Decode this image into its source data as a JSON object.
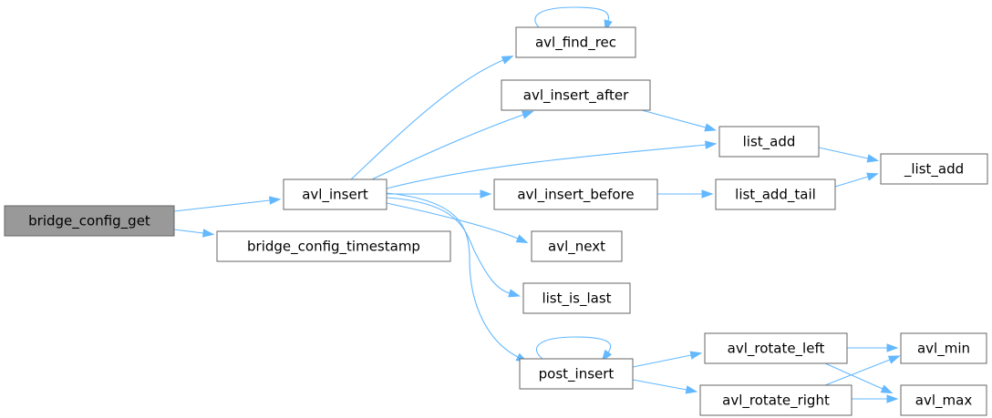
{
  "nodes": {
    "bridge_config_get": {
      "label": "bridge_config_get",
      "root": true
    },
    "avl_insert": {
      "label": "avl_insert"
    },
    "bridge_config_timestamp": {
      "label": "bridge_config_timestamp"
    },
    "avl_find_rec": {
      "label": "avl_find_rec"
    },
    "avl_insert_after": {
      "label": "avl_insert_after"
    },
    "list_add": {
      "label": "list_add"
    },
    "avl_insert_before": {
      "label": "avl_insert_before"
    },
    "avl_next": {
      "label": "avl_next"
    },
    "list_is_last": {
      "label": "list_is_last"
    },
    "post_insert": {
      "label": "post_insert"
    },
    "_list_add": {
      "label": "_list_add"
    },
    "list_add_tail": {
      "label": "list_add_tail"
    },
    "avl_rotate_left": {
      "label": "avl_rotate_left"
    },
    "avl_rotate_right": {
      "label": "avl_rotate_right"
    },
    "avl_min": {
      "label": "avl_min"
    },
    "avl_max": {
      "label": "avl_max"
    }
  },
  "edges": [
    {
      "from": "bridge_config_get",
      "to": "avl_insert"
    },
    {
      "from": "bridge_config_get",
      "to": "bridge_config_timestamp"
    },
    {
      "from": "avl_insert",
      "to": "avl_find_rec"
    },
    {
      "from": "avl_insert",
      "to": "avl_insert_after"
    },
    {
      "from": "avl_insert",
      "to": "list_add"
    },
    {
      "from": "avl_insert",
      "to": "avl_insert_before"
    },
    {
      "from": "avl_insert",
      "to": "avl_next"
    },
    {
      "from": "avl_insert",
      "to": "list_is_last"
    },
    {
      "from": "avl_insert",
      "to": "post_insert"
    },
    {
      "from": "avl_find_rec",
      "to": "avl_find_rec"
    },
    {
      "from": "avl_insert_after",
      "to": "list_add"
    },
    {
      "from": "list_add",
      "to": "_list_add"
    },
    {
      "from": "avl_insert_before",
      "to": "list_add_tail"
    },
    {
      "from": "list_add_tail",
      "to": "_list_add"
    },
    {
      "from": "post_insert",
      "to": "post_insert"
    },
    {
      "from": "post_insert",
      "to": "avl_rotate_left"
    },
    {
      "from": "post_insert",
      "to": "avl_rotate_right"
    },
    {
      "from": "avl_rotate_left",
      "to": "avl_min"
    },
    {
      "from": "avl_rotate_left",
      "to": "avl_max"
    },
    {
      "from": "avl_rotate_right",
      "to": "avl_min"
    },
    {
      "from": "avl_rotate_right",
      "to": "avl_max"
    }
  ],
  "colors": {
    "edge": "#63b8ff",
    "node_border": "#666666",
    "root_fill": "#999999"
  }
}
